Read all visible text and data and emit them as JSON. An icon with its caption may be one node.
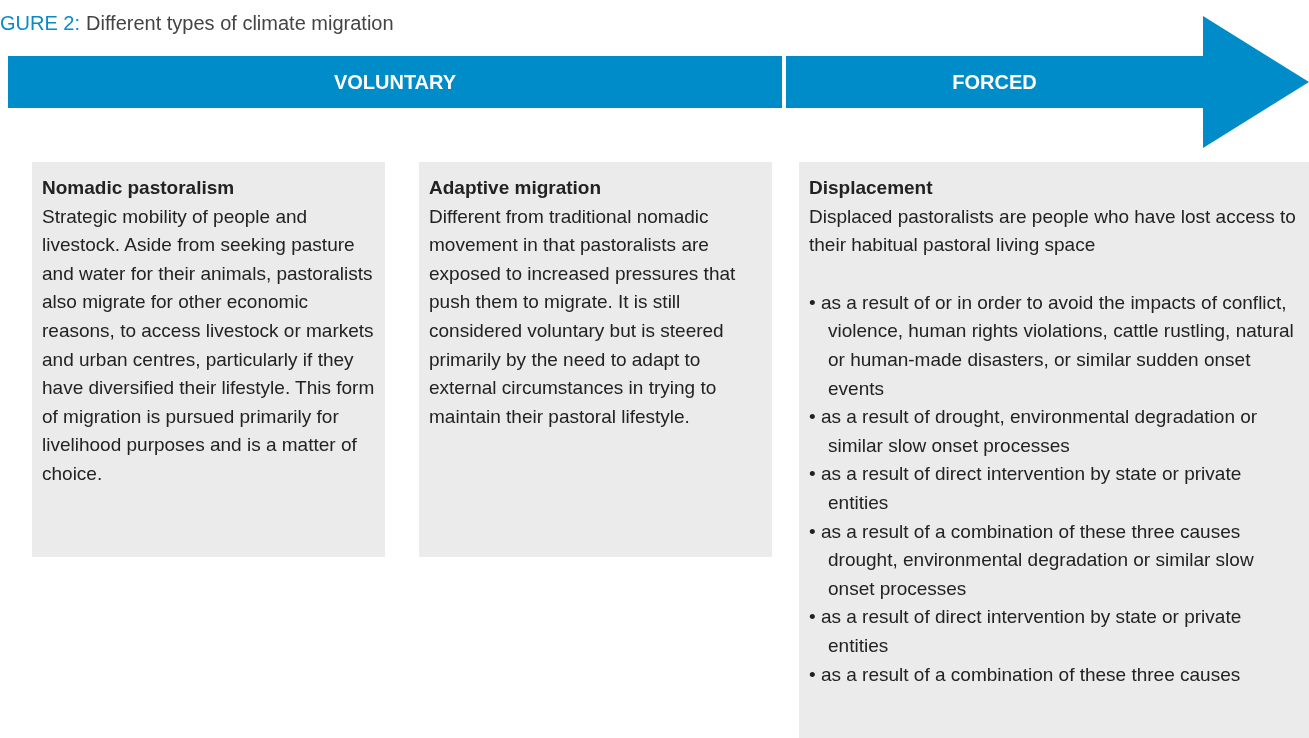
{
  "diagram": {
    "title": "Different types of climate migration",
    "labels": [
      "GURE 2:"
    ],
    "nodes": [
      {
        "text": [
          "VOLUNTARY"
        ]
      },
      {
        "text": [
          "FORCED"
        ]
      },
      {
        "text": [
          "Nomadic pastoralism",
          "Strategic mobility of people and livestock. Aside from seeking pasture and water for their animals, pastoralists also migrate for other economic reasons, to access livestock or markets and urban centres, particularly if they have diversified their lifestyle. This form of migration is pursued primarily for livelihood purposes and is a matter of choice."
        ]
      },
      {
        "text": [
          "Adaptive migration",
          "Different from traditional nomadic movement in that pastoralists are exposed to increased pressures that push them to migrate. It is still considered voluntary but is steered primarily by the need to adapt to external circumstances in trying to maintain their pastoral lifestyle."
        ]
      },
      {
        "text": [
          "Displacement",
          "Displaced pastoralists are people who have lost access to their habitual pastoral living space",
          "• as a result of or in order to avoid the impacts of conflict, violence, human rights violations, cattle rustling, natural or human-made disasters, or similar sudden onset events",
          "• as a result of drought, environmental degradation or similar slow onset processes",
          "• as a result of direct intervention by state or private entities",
          "• as a result of a combination of these three causes drought, environmental degradation or similar slow onset processes",
          "• as a result of direct intervention by state or private entities",
          "• as a result of a combination of these three causes"
        ]
      }
    ]
  }
}
